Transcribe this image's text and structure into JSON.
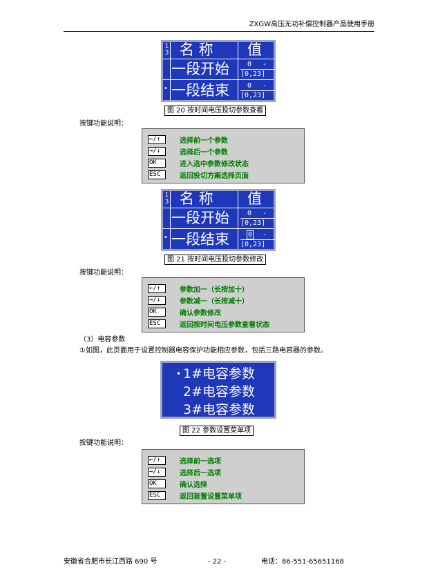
{
  "header": {
    "title": "ZXGW高压无功补偿控制器产品使用手册"
  },
  "fig20": {
    "page_num_top": "1",
    "page_num_bottom": "3",
    "col_name": "名 称",
    "col_value": "值",
    "rows": [
      {
        "arrow": "",
        "name": "一段开始",
        "value": "0",
        "unit": "-",
        "range": "[0,23]"
      },
      {
        "arrow": "•",
        "name": "一段结束",
        "value": "0",
        "unit": "-",
        "range": "[0,23]"
      }
    ],
    "caption": "图 20  按时间电压投切参数查看"
  },
  "keys1": {
    "label": "按键功能说明：",
    "rows": [
      {
        "key": "←/↑",
        "desc": "选择前一个参数"
      },
      {
        "key": "→/↓",
        "desc": "选择后一个参数"
      },
      {
        "key": "OK",
        "desc": "进入选中参数修改状态"
      },
      {
        "key": "ESC",
        "desc": "返回投切方案选择页面"
      }
    ]
  },
  "fig21": {
    "page_num_top": "1",
    "page_num_bottom": "3",
    "col_name": "名 称",
    "col_value": "值",
    "rows": [
      {
        "arrow": "",
        "name": "一段开始",
        "value": "0",
        "unit": "-",
        "range": "[0,23]"
      },
      {
        "arrow": "•",
        "name": "一段结束",
        "value": "0",
        "unit": "-",
        "range": "[0,23]"
      }
    ],
    "caption": "图 21  按时间电压投切参数修改"
  },
  "keys2": {
    "label": "按键功能说明：",
    "rows": [
      {
        "key": "←/↑",
        "desc": "参数加一（长按加十）"
      },
      {
        "key": "→/↓",
        "desc": "参数减一（长按减十）"
      },
      {
        "key": "OK",
        "desc": "确认参数修改"
      },
      {
        "key": "ESC",
        "desc": "返回按时间电压参数查看状态"
      }
    ]
  },
  "section": {
    "heading": "（3）电容参数",
    "paragraph": "①如图，此页面用于设置控制器电容保护功能相应参数，包括三路电容器的参数。"
  },
  "fig22": {
    "items": [
      {
        "arrow": "•",
        "label": "1#电容参数"
      },
      {
        "arrow": "",
        "label": "2#电容参数"
      },
      {
        "arrow": "",
        "label": "3#电容参数"
      }
    ],
    "caption": "图 22  参数设置菜单项"
  },
  "keys3": {
    "label": "按键功能说明：",
    "rows": [
      {
        "key": "←/↑",
        "desc": "选择前一选项"
      },
      {
        "key": "→/↓",
        "desc": "选择后一选项"
      },
      {
        "key": "OK",
        "desc": "确认选择"
      },
      {
        "key": "ESC",
        "desc": "返回装置设置菜单项"
      }
    ]
  },
  "footer": {
    "address": "安徽省合肥市长江西路 690 号",
    "page": "- 22 -",
    "phone": "电话：86-551-65651168"
  },
  "colors": {
    "lcd_bg": "#1f37b9",
    "key_desc": "#008000",
    "panel_bg": "#cfcfcf"
  }
}
